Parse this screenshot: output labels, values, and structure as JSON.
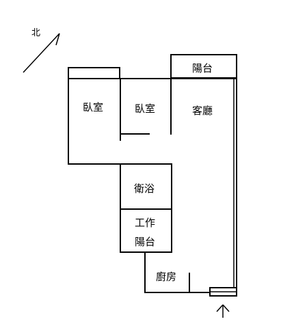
{
  "compass": {
    "label": "北",
    "icon": "north-arrow-icon"
  },
  "rooms": {
    "bedroom_1": "臥室",
    "bedroom_2": "臥室",
    "living_room": "客廳",
    "balcony_top": "陽台",
    "bathroom": "衛浴",
    "work_balcony_line1": "工作",
    "work_balcony_line2": "陽台",
    "kitchen": "廚房"
  },
  "entrance": {
    "icon": "entrance-arrow-icon"
  }
}
